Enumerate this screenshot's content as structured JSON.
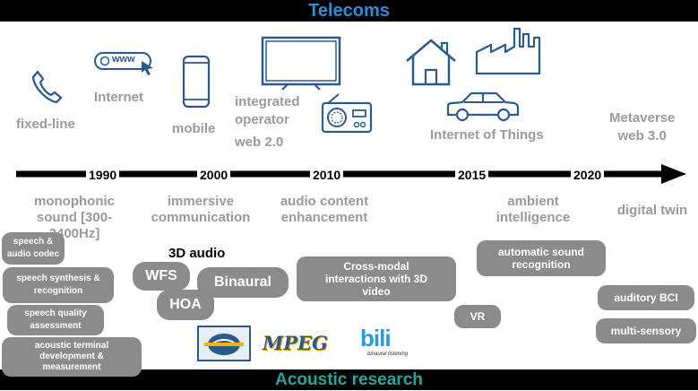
{
  "header": {
    "title": "Telecoms"
  },
  "footer": {
    "title": "Acoustic research"
  },
  "telecom_labels": {
    "fixed_line": "fixed-line",
    "internet": "Internet",
    "www": "www",
    "mobile": "mobile",
    "integrated_operator": "integrated\noperator",
    "web2": "web 2.0",
    "iot": "Internet of Things",
    "metaverse": "Metaverse\nweb 3.0"
  },
  "timeline": {
    "years": [
      "1990",
      "2000",
      "2010",
      "2015",
      "2020"
    ]
  },
  "eras": {
    "monophonic": "monophonic\nsound [300-\n3400Hz]",
    "immersive": "immersive\ncommunication",
    "audio_content": "audio content\nenhancement",
    "ambient": "ambient\nintelligence",
    "digital_twin": "digital twin"
  },
  "research": {
    "speech_codec": "speech &\naudio codec",
    "speech_synthesis": "speech synthesis &\nrecognition",
    "speech_quality": "speech quality\nassessment",
    "acoustic_terminal": "acoustic terminal\ndevelopment &\nmeasurement",
    "audio3d_title": "3D audio",
    "wfs": "WFS",
    "hoa": "HOA",
    "binaural": "Binaural",
    "cross_modal": "Cross-modal\ninteractions with 3D\nvideo",
    "vr": "VR",
    "auto_sound": "automatic sound\nrecognition",
    "auditory_bci": "auditory BCI",
    "multi_sensory": "multi-sensory"
  },
  "logos": {
    "mpeg": "MPEG",
    "bili": "bili",
    "bili_sub": "binaural listening"
  },
  "colors": {
    "icon_blue": "#2b5a8f",
    "pill_gray": "#8b8b8b",
    "label_gray": "#9a9a9a",
    "telecoms_blue": "#2e8fd6",
    "research_teal": "#2aa39a"
  }
}
